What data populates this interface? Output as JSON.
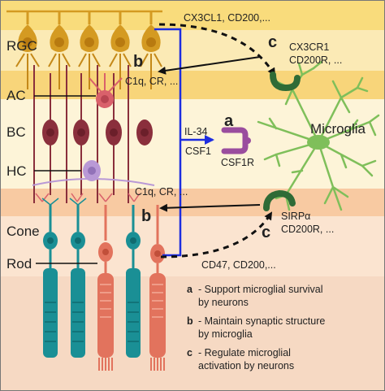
{
  "layers": {
    "rgc": "RGC",
    "ac": "AC",
    "bc": "BC",
    "hc": "HC",
    "cone": "Cone",
    "rod": "Rod"
  },
  "labels": {
    "top_ligands": "CX3CL1, CD200,...",
    "top_receptors_1": "CX3CR1",
    "top_receptors_2": "CD200R, ...",
    "complement_upper": "C1q, CR, ...",
    "complement_lower": "C1q, CR, ...",
    "il34": "IL-34",
    "csf1": "CSF1",
    "csf1r": "CSF1R",
    "microglia": "Microglia",
    "bottom_receptors_1": "SIRPα",
    "bottom_receptors_2": "CD200R, ...",
    "bottom_ligands": "CD47, CD200,..."
  },
  "letters": {
    "a": "a",
    "b_upper": "b",
    "b_lower": "b",
    "c_upper": "c",
    "c_lower": "c"
  },
  "legend": [
    {
      "key": "a",
      "line1": "- Support microglial survival",
      "line2": "by neurons"
    },
    {
      "key": "b",
      "line1": "- Maintain synaptic structure",
      "line2": "by microglia"
    },
    {
      "key": "c",
      "line1": "- Regulate microglial",
      "line2": "activation by neurons"
    }
  ],
  "colors": {
    "band_yellow": "#f9dc7c",
    "band_orange": "#f8caa2",
    "band_peach": "#f6d9c3",
    "rgc": "#d49a22",
    "bc": "#8a2f3c",
    "ac": "#d9616b",
    "hc": "#b999d6",
    "cone": "#1a8f95",
    "rod": "#e2735d",
    "microglia": "#7fbf5a",
    "receptor": "#2f6b36",
    "csf1r": "#9a4d9e",
    "arrow_blue": "#1d2de0"
  }
}
